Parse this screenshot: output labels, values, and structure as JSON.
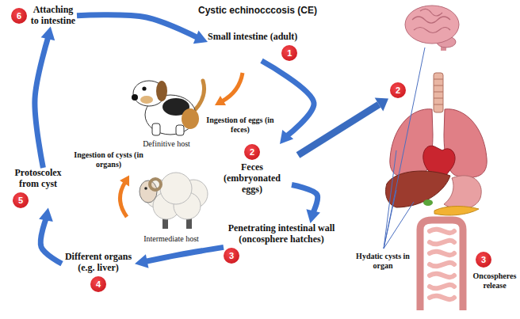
{
  "diagram": {
    "title": "Cystic echinocccosis (CE)",
    "nodes": [
      {
        "text": [
          "Attaching to intestine",
          "6"
        ]
      },
      {
        "text": [
          "Small intestine (adult)",
          "1"
        ]
      },
      {
        "text": [
          "Feces (embryonated eggs)",
          "2"
        ]
      },
      {
        "text": [
          "Penetrating intestinal wall (oncosphere hatches)",
          "3"
        ]
      },
      {
        "text": [
          "Different organs (e.g. liver)",
          "4"
        ]
      },
      {
        "text": [
          "Protoscolex from cyst",
          "5"
        ]
      }
    ],
    "edges": [
      {
        "from": 0,
        "to": 1,
        "arrow": "to"
      },
      {
        "from": 1,
        "to": 2,
        "arrow": "to"
      },
      {
        "from": 2,
        "to": 3,
        "arrow": "to"
      },
      {
        "from": 3,
        "to": 4,
        "arrow": "to"
      },
      {
        "from": 4,
        "to": 5,
        "arrow": "to"
      },
      {
        "from": 5,
        "to": 0,
        "arrow": "to"
      }
    ],
    "labels": [
      "Ingestion of cysts (in organs)",
      "Definitive host",
      "Ingestion of eggs (in feces)",
      "Intermediate host",
      "2",
      "Hydatic cysts in organ",
      "3",
      "Oncospheres release"
    ]
  }
}
